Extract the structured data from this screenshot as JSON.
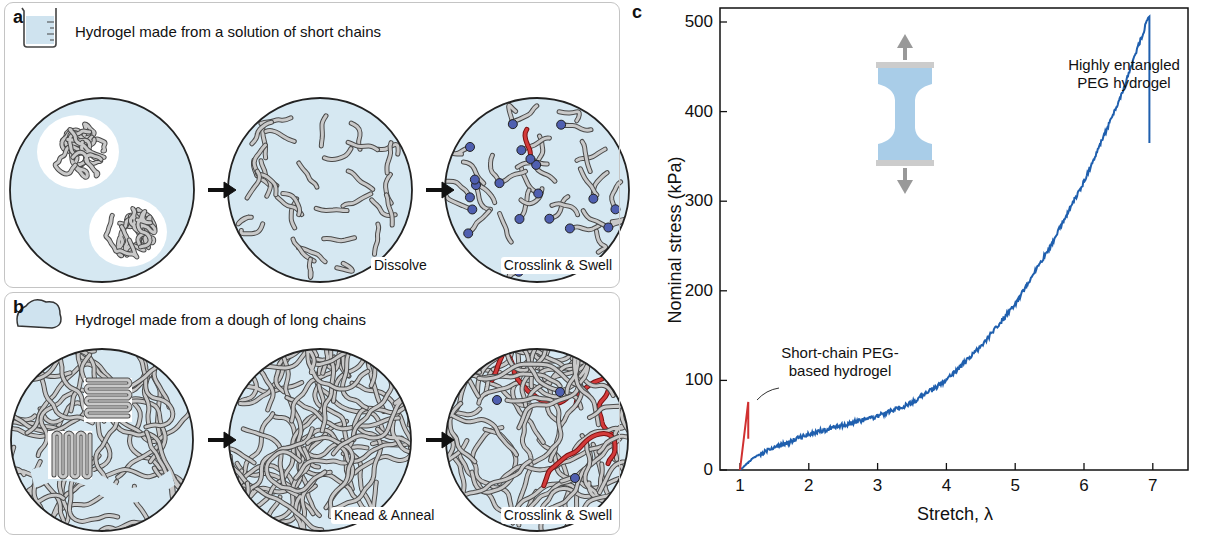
{
  "diagram": {
    "nodes": [
      {
        "text": [
          "a",
          "Hydrogel made from a solution of short chains",
          "Dissolve",
          "Crosslink & Swell"
        ]
      },
      {
        "text": [
          "b",
          "Hydrogel made from a dough of long chains",
          "Knead & Anneal",
          "Crosslink & Swell"
        ]
      }
    ],
    "labels": [
      "c",
      "Nominal stress (kPa)",
      "0",
      "100",
      "200",
      "300",
      "400",
      "500",
      "1",
      "2",
      "3",
      "4",
      "5",
      "6",
      "7",
      "Stretch, λ",
      "Highly entangled PEG hydrogel",
      "Short-chain PEG-based hydrogel"
    ]
  }
}
